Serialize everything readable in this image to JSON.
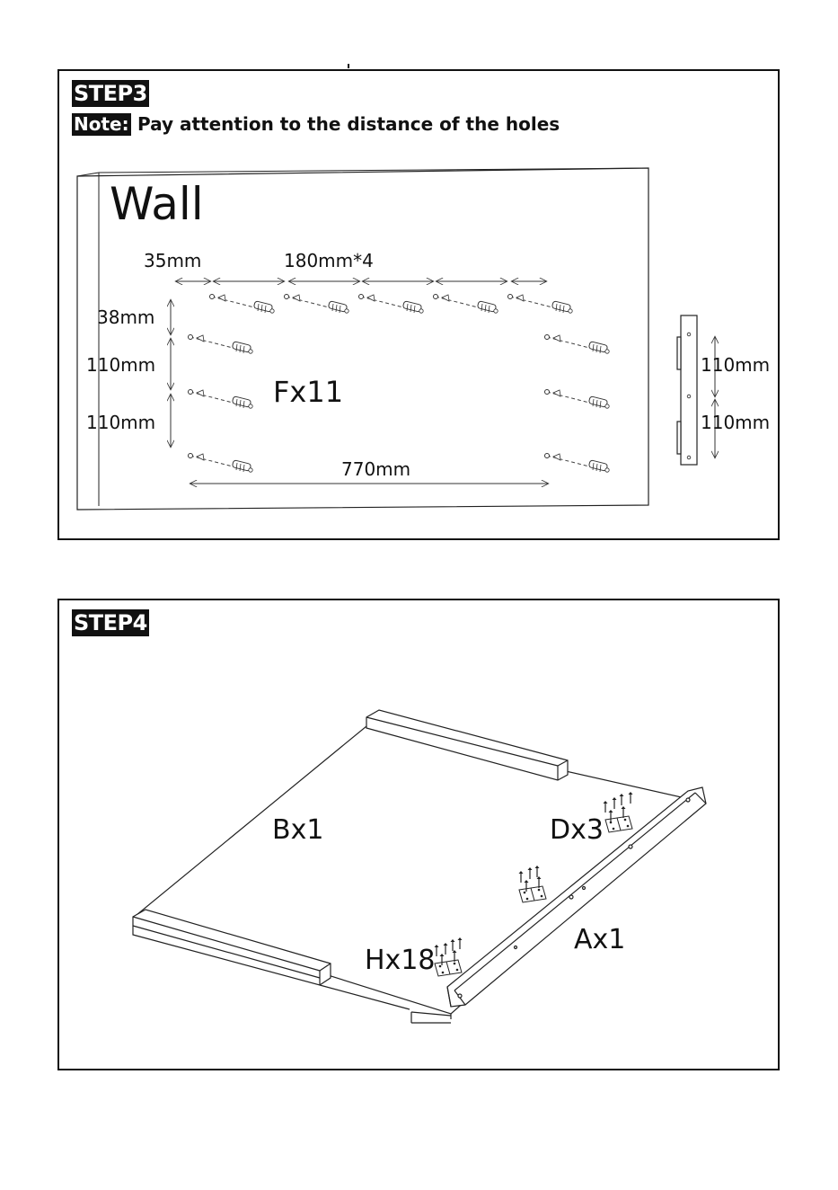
{
  "step3": {
    "title": "STEP3",
    "note_label": "Note:",
    "note_text": "Pay attention to the distance of the holes",
    "wall_label": "Wall",
    "dim_35": "35mm",
    "dim_180": "180mm*4",
    "dim_38": "38mm",
    "dim_110_a": "110mm",
    "dim_110_b": "110mm",
    "dim_770": "770mm",
    "part_label": "Fx11",
    "side_dim_a": "110mm",
    "side_dim_b": "110mm"
  },
  "step4": {
    "title": "STEP4",
    "part_b": "Bx1",
    "part_d": "Dx3",
    "part_h": "Hx18",
    "part_a": "Ax1"
  }
}
